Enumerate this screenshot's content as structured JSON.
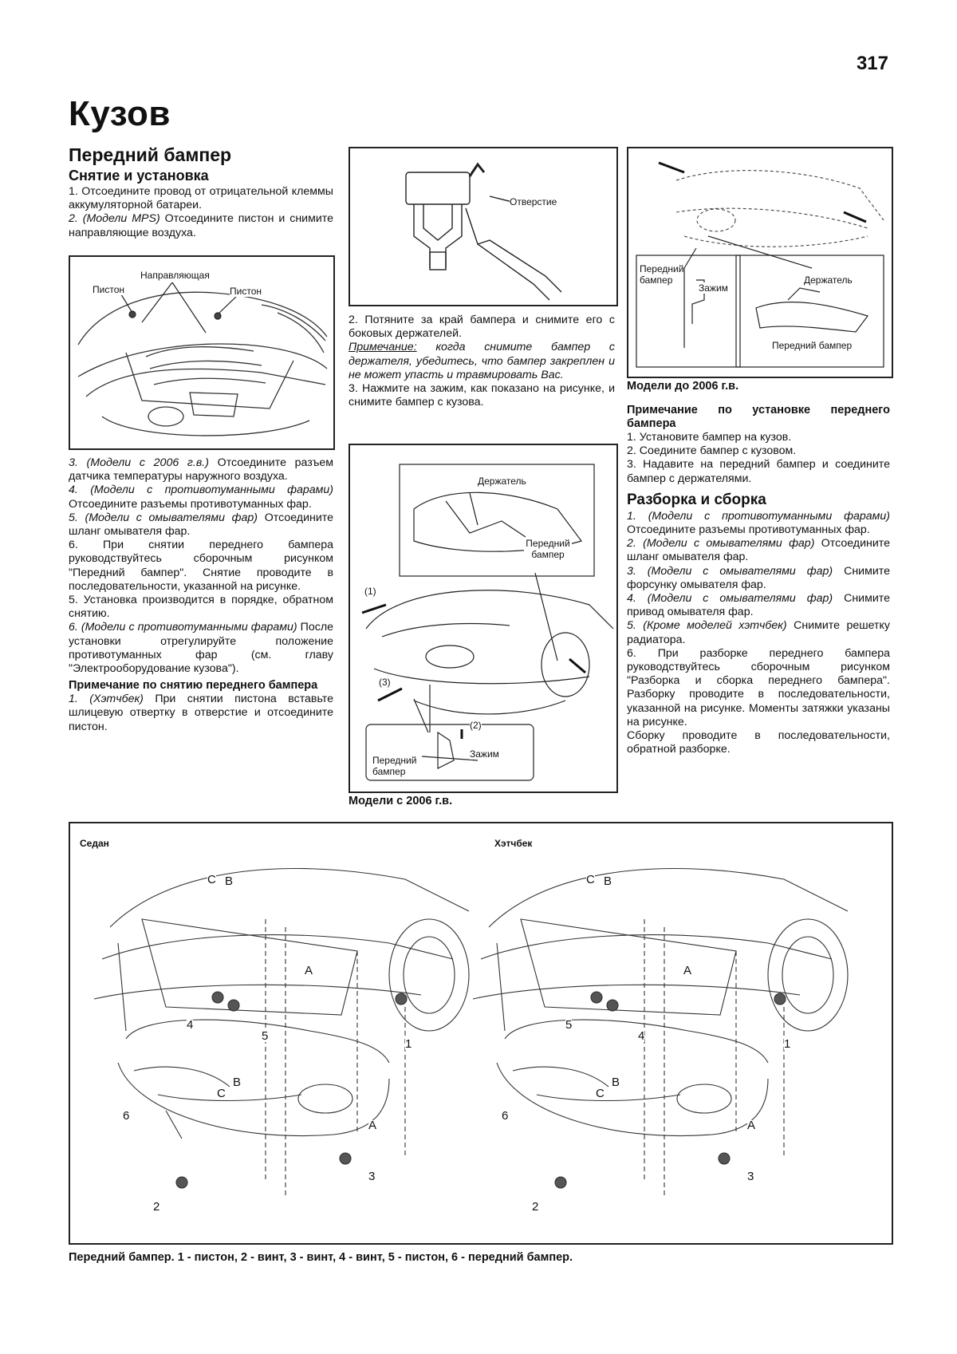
{
  "page_number": "317",
  "chapter_title": "Кузов",
  "col1": {
    "h2": "Передний бампер",
    "h3": "Снятие и установка",
    "step1": "1. Отсоедините провод от отрицательной клеммы аккумуляторной батареи.",
    "step2_model": "2. (Модели MPS)",
    "step2_text": " Отсоедините пистон и снимите направляющие воздуха.",
    "fig1_labels": {
      "guide": "Направляющая",
      "piston_left": "Пистон",
      "piston_right": "Пистон"
    },
    "step3_model": "3. (Модели с 2006 г.в.)",
    "step3_text": " Отсоедините разъем датчика температуры наружного воздуха.",
    "step4_model": "4. (Модели с противотуманными фарами)",
    "step4_text": " Отсоедините разъемы противотуманных фар.",
    "step5_model": "5. (Модели с омывателями фар)",
    "step5_text": " Отсоедините шланг омывателя фар.",
    "step6": "6. При снятии переднего бампера руководствуйтесь сборочным рисунком \"Передний бампер\". Снятие проводите в последовательности, указанной на рисунке.",
    "step7": "5. Установка производится в порядке, обратном снятию.",
    "step8_model": "6. (Модели с противотуманными фарами)",
    "step8_text": " После установки отрегулируйте положение противотуманных фар (см. главу \"Электрооборудование кузова\").",
    "note_h": "Примечание по снятию переднего бампера",
    "note1_model": "1. (Хэтчбек)",
    "note1_text": " При снятии пистона вставьте шлицевую отвертку в отверстие и отсоедините пистон."
  },
  "col2": {
    "fig_hole_label": "Отверстие",
    "step2": "2. Потяните за край бампера и снимите его с боковых держателей.",
    "note_label": "Примечание:",
    "note_text": " когда снимите бампер с держателя, убедитесь, что бампер закреплен и не может упасть и травмировать Вас.",
    "step3": "3. Нажмите на зажим, как показано на рисунке, и снимите бампер с кузова.",
    "fig_labels": {
      "holder": "Держатель",
      "front_bumper": "Передний бампер",
      "clip": "Зажим",
      "n1": "(1)",
      "n2": "(2)",
      "n3": "(3)"
    },
    "fig_caption": "Модели с 2006 г.в."
  },
  "col3": {
    "fig_labels": {
      "front_bumper": "Передний бампер",
      "clip": "Зажим",
      "holder": "Держатель",
      "front_bumper2": "Передний бампер"
    },
    "fig_caption": "Модели до 2006 г.в.",
    "note_h": "Примечание по установке переднего бампера",
    "s1": "1. Установите бампер на кузов.",
    "s2": "2. Соедините бампер с кузовом.",
    "s3": "3. Надавите на передний бампер и соедините бампер с держателями.",
    "h3": "Разборка и сборка",
    "d1_model": "1. (Модели с противотуманными фарами)",
    "d1_text": " Отсоедините разъемы противотуманных фар.",
    "d2_model": "2. (Модели с омывателями фар)",
    "d2_text": " Отсоедините шланг омывателя фар.",
    "d3_model": "3. (Модели с омывателями фар)",
    "d3_text": " Снимите форсунку омывателя фар.",
    "d4_model": "4. (Модели с омывателями фар)",
    "d4_text": " Снимите привод омывателя фар.",
    "d5_model": "5. (Кроме моделей хэтчбек)",
    "d5_text": " Снимите решетку радиатора.",
    "d6": "6. При разборке переднего бампера руководствуйтесь сборочным рисунком \"Разборка и сборка переднего бампера\". Разборку проводите в последовательности, указанной на рисунке. Моменты затяжки указаны на рисунке.",
    "d7": "Сборку проводите в последовательности, обратной разборке."
  },
  "bottom_figure": {
    "left_title": "Седан",
    "right_title": "Хэтчбек",
    "letters": {
      "A": "A",
      "B": "B",
      "C": "C"
    },
    "nums": [
      "1",
      "2",
      "3",
      "4",
      "5",
      "6"
    ],
    "caption": "Передний бампер. 1 - пистон, 2 - винт, 3 - винт, 4 - винт, 5 - пистон, 6 - передний бампер."
  }
}
